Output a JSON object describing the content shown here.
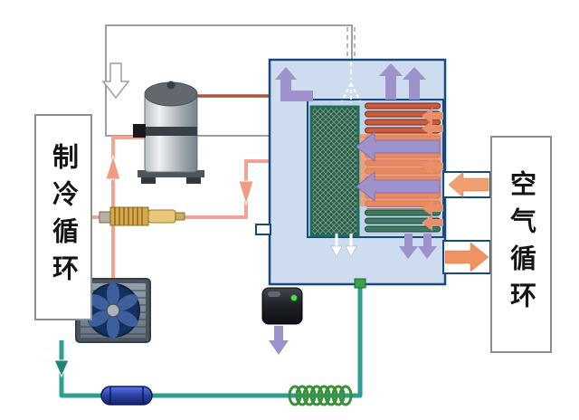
{
  "labels": {
    "left_box": "制冷循环",
    "right_box": "空气循环"
  },
  "colors": {
    "refrigerant_line": "#f2a492",
    "discharge_line": "#a8543a",
    "pipe_teal": "#2e9e90",
    "air_arrow_purple": "#9d92cc",
    "orange_arrow": "#ef9460",
    "unit_fill": "#cdddef",
    "unit_border": "#17497f",
    "condenser_red": "#cc5a3c",
    "evaporator_green": "#2e5a48",
    "coil_green": "#3a8f3a",
    "capsule_blue": "#2a3f9e",
    "cabinet_outline": "#9aa0a4"
  },
  "components": [
    {
      "id": "compressor",
      "name": "compressor"
    },
    {
      "id": "expansion-valve",
      "name": "expansion valve"
    },
    {
      "id": "condenser-fan-unit",
      "name": "fan coil unit"
    },
    {
      "id": "air-handler-unit",
      "name": "heat exchanger air unit"
    },
    {
      "id": "evaporator-mesh",
      "name": "evaporator"
    },
    {
      "id": "condenser-coils",
      "name": "condenser"
    },
    {
      "id": "receiver-pump",
      "name": "receiver"
    },
    {
      "id": "filter-drier",
      "name": "filter drier"
    },
    {
      "id": "heating-coil",
      "name": "coil"
    }
  ]
}
